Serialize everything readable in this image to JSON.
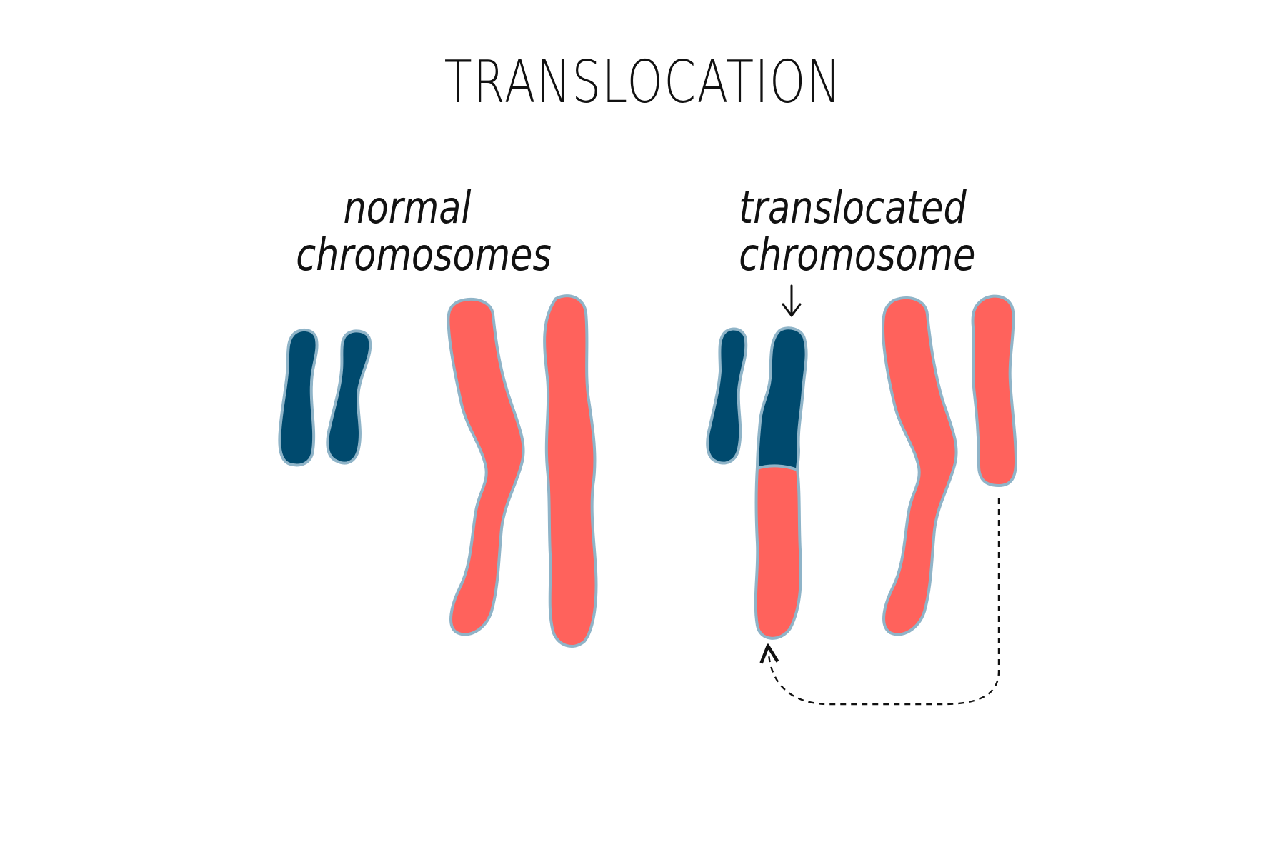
{
  "title": "TRANSLOCATION",
  "labels": {
    "normal": [
      "normal",
      "chromosomes"
    ],
    "translocated": [
      "translocated",
      "chromosome"
    ]
  },
  "colors": {
    "small_chromosome": "#004a6e",
    "large_chromosome": "#ff625c",
    "outline": "#8fb4c8",
    "ink": "#111111"
  }
}
